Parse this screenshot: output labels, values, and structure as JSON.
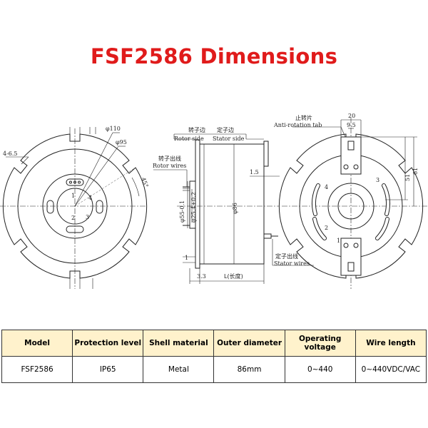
{
  "title": "FSF2586 Dimensions",
  "drawing": {
    "left_view": {
      "dia_outer": "φ110",
      "dia_hole_circle": "φ95",
      "slot": "4-6.5",
      "angle": "45°",
      "ring_numbers": [
        "1",
        "2",
        "3",
        "4"
      ]
    },
    "side_view": {
      "rotor_side_cn": "转子边",
      "stator_side_cn": "定子边",
      "rotor_side": "Rotor side",
      "stator_side": "Stator side",
      "rotor_wires_cn": "转子出线",
      "rotor_wires": "Rotor wires",
      "stator_wires_cn": "定子出线",
      "stator_wires": "Stator wires",
      "dia_body": "φ86",
      "dia_flange_fit": "φ55-0.1",
      "dia_bore": "φ25.4+0.2",
      "dim_flange": "1.5",
      "dim_base": "1",
      "dim_thickness": "3.3",
      "length": "L(长度)"
    },
    "right_view": {
      "tab_cn": "止转片",
      "tab_en": "Anti-rotation tab",
      "dim_tab_width": "20",
      "dim_tab_inner": "9.5",
      "dim_height_outer": "61",
      "dim_height_inner": "51",
      "ring_numbers": [
        "1",
        "2",
        "3",
        "4"
      ]
    }
  },
  "table": {
    "headers": [
      "Model",
      "Protection level",
      "Shell material",
      "Outer diameter",
      "Operating voltage",
      "Wire length"
    ],
    "row": [
      "FSF2586",
      "IP65",
      "Metal",
      "86mm",
      "0~440",
      "0~440VDC/VAC"
    ]
  },
  "colors": {
    "title": "#e01b1b",
    "header_bg": "#fff2cc",
    "line": "#222222"
  }
}
